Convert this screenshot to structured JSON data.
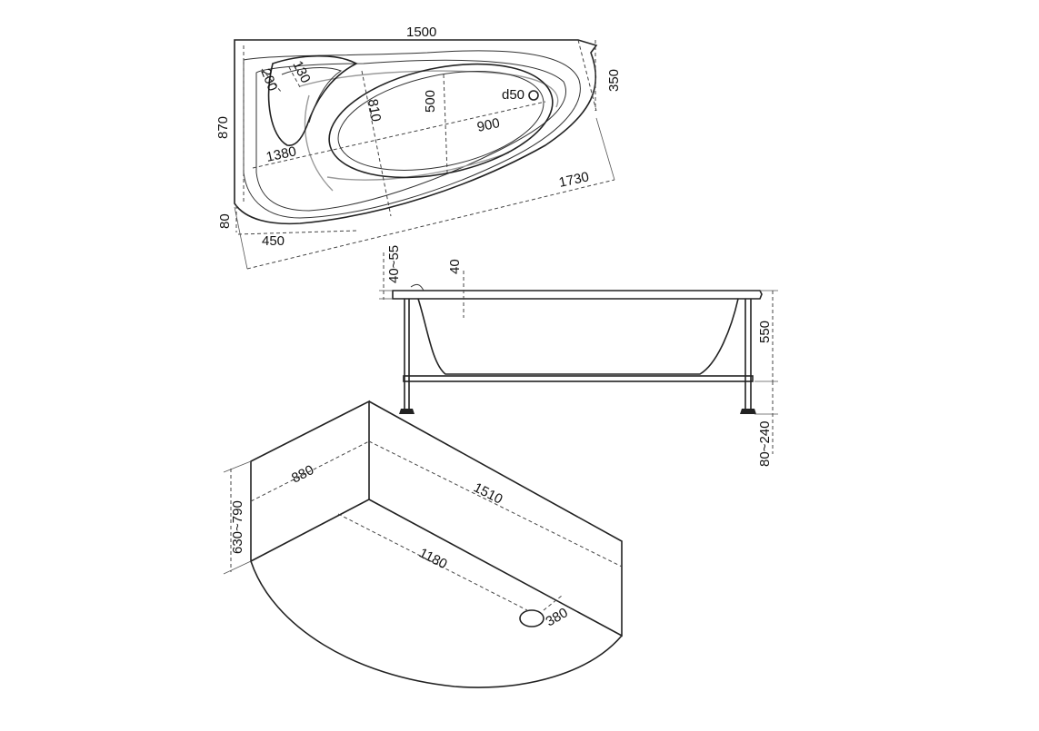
{
  "top_view": {
    "width_label": "1500",
    "side_height_label": "870",
    "right_side_label": "350",
    "diagonal_label": "1730",
    "inner_length_label": "1380",
    "inner_depth_label": "810",
    "bowl_length_label": "900",
    "bowl_width_label": "500",
    "headrest_outer_label": "200",
    "headrest_inner_label": "130",
    "drain_label": "d50",
    "corner_height_label": "80",
    "corner_offset_label": "450"
  },
  "side_view": {
    "rim_range_label": "40~55",
    "rim_label": "40",
    "depth_label": "550",
    "legs_label": "80~240"
  },
  "iso_view": {
    "short_wall_label": "880",
    "long_wall_label": "1510",
    "floor_length_label": "1180",
    "height_range_label": "630~790",
    "drain_label": "380"
  }
}
